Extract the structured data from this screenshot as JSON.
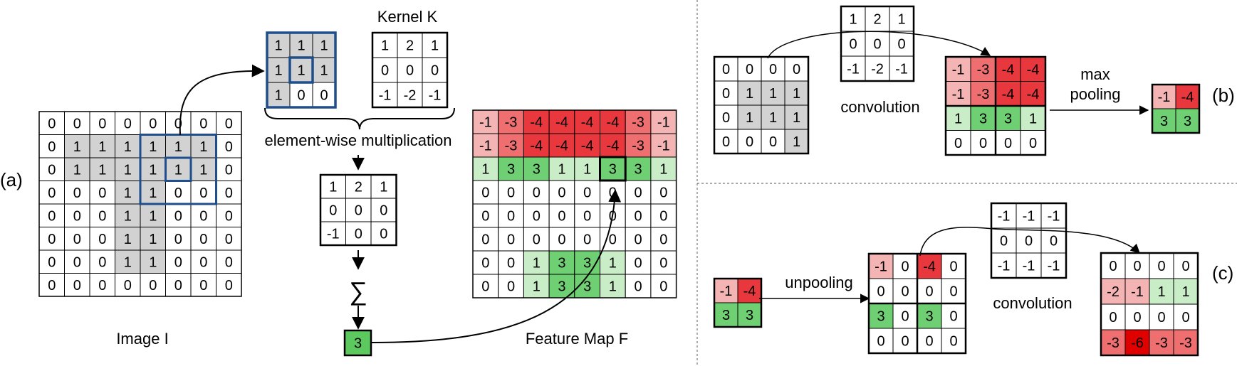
{
  "colors": {
    "gray": "#d2d2d2",
    "blue": "#1f4e8c",
    "red_dark": "#e8373d",
    "red_mid": "#ef6f71",
    "red_light": "#f4b4b4",
    "red_deep": "#e00000",
    "green_mid": "#6fcf73",
    "green_light": "#c9edc6",
    "green_bright": "#5cc95f",
    "divider": "#777777"
  },
  "panel_a": {
    "label": "(a)",
    "image": {
      "caption": "Image I",
      "values": [
        [
          0,
          0,
          0,
          0,
          0,
          0,
          0,
          0
        ],
        [
          0,
          1,
          1,
          1,
          1,
          1,
          1,
          0
        ],
        [
          0,
          1,
          1,
          1,
          1,
          1,
          1,
          0
        ],
        [
          0,
          0,
          0,
          1,
          1,
          0,
          0,
          0
        ],
        [
          0,
          0,
          0,
          1,
          1,
          0,
          0,
          0
        ],
        [
          0,
          0,
          0,
          1,
          1,
          0,
          0,
          0
        ],
        [
          0,
          0,
          0,
          1,
          1,
          0,
          0,
          0
        ],
        [
          0,
          0,
          0,
          0,
          0,
          0,
          0,
          0
        ]
      ]
    },
    "patch": {
      "values": [
        [
          1,
          1,
          1
        ],
        [
          1,
          1,
          1
        ],
        [
          1,
          0,
          0
        ]
      ]
    },
    "kernel": {
      "caption": "Kernel K",
      "values": [
        [
          1,
          2,
          1
        ],
        [
          0,
          0,
          0
        ],
        [
          -1,
          -2,
          -1
        ]
      ]
    },
    "elementwise_label": "element-wise multiplication",
    "product": {
      "values": [
        [
          1,
          2,
          1
        ],
        [
          0,
          0,
          0
        ],
        [
          -1,
          0,
          0
        ]
      ]
    },
    "sum_symbol": "∑",
    "sum_value": "3",
    "feature_map": {
      "caption": "Feature Map F",
      "values": [
        [
          -1,
          -3,
          -4,
          -4,
          -4,
          -4,
          -3,
          -1
        ],
        [
          -1,
          -3,
          -4,
          -4,
          -4,
          -4,
          -3,
          -1
        ],
        [
          1,
          3,
          3,
          1,
          1,
          3,
          3,
          1
        ],
        [
          0,
          0,
          0,
          0,
          0,
          0,
          0,
          0
        ],
        [
          0,
          0,
          0,
          0,
          0,
          0,
          0,
          0
        ],
        [
          0,
          0,
          0,
          0,
          0,
          0,
          0,
          0
        ],
        [
          0,
          0,
          1,
          3,
          3,
          1,
          0,
          0
        ],
        [
          0,
          0,
          1,
          3,
          3,
          1,
          0,
          0
        ]
      ]
    }
  },
  "panel_b": {
    "label": "(b)",
    "input": {
      "values": [
        [
          0,
          0,
          0,
          0
        ],
        [
          0,
          1,
          1,
          1
        ],
        [
          0,
          1,
          1,
          1
        ],
        [
          0,
          0,
          0,
          1
        ]
      ]
    },
    "kernel": {
      "values": [
        [
          1,
          2,
          1
        ],
        [
          0,
          0,
          0
        ],
        [
          -1,
          -2,
          -1
        ]
      ]
    },
    "conv_label": "convolution",
    "output": {
      "values": [
        [
          -1,
          -3,
          -4,
          -4
        ],
        [
          -1,
          -3,
          -4,
          -4
        ],
        [
          1,
          3,
          3,
          1
        ],
        [
          0,
          0,
          0,
          0
        ]
      ]
    },
    "pool_label_1": "max",
    "pool_label_2": "pooling",
    "pooled": {
      "values": [
        [
          -1,
          -4
        ],
        [
          3,
          3
        ]
      ]
    }
  },
  "panel_c": {
    "label": "(c)",
    "input": {
      "values": [
        [
          -1,
          -4
        ],
        [
          3,
          3
        ]
      ]
    },
    "unpool_label": "unpooling",
    "unpooled": {
      "values": [
        [
          -1,
          0,
          -4,
          0
        ],
        [
          0,
          0,
          0,
          0
        ],
        [
          3,
          0,
          3,
          0
        ],
        [
          0,
          0,
          0,
          0
        ]
      ]
    },
    "kernel": {
      "values": [
        [
          -1,
          -1,
          -1
        ],
        [
          0,
          0,
          0
        ],
        [
          -1,
          -1,
          -1
        ]
      ]
    },
    "conv_label": "convolution",
    "output": {
      "values": [
        [
          0,
          0,
          0,
          0
        ],
        [
          -2,
          -1,
          1,
          1
        ],
        [
          0,
          0,
          0,
          0
        ],
        [
          -3,
          -6,
          -3,
          -3
        ]
      ]
    }
  }
}
